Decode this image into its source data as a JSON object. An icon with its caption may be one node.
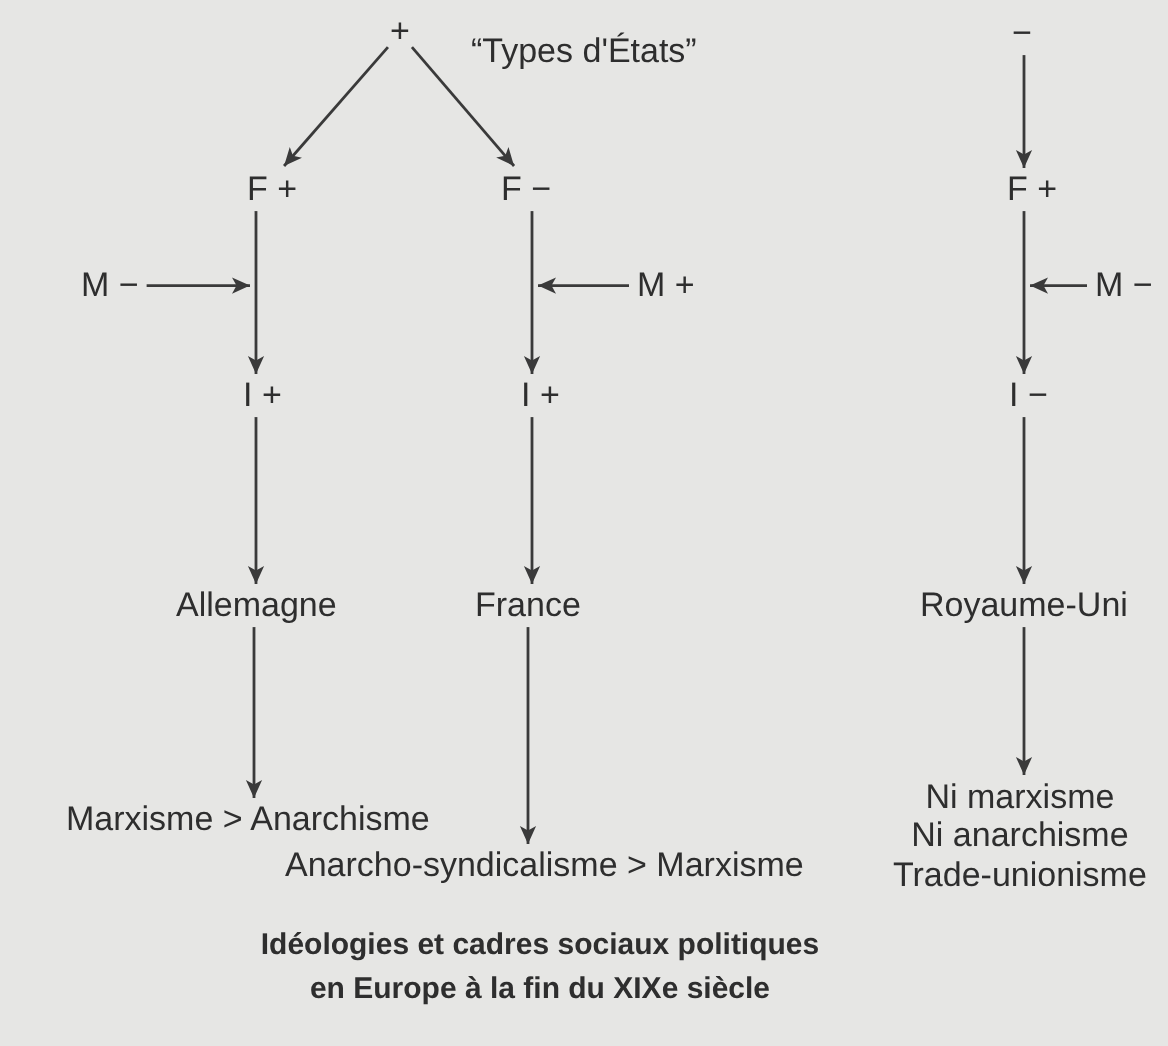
{
  "diagram": {
    "caption": "Idéologies et cadres sociaux politiques en Europe à la fin du XIXe siècle",
    "nodes": [
      {
        "text": [
          "+"
        ]
      },
      {
        "text": [
          "“Types d'États”"
        ]
      },
      {
        "text": [
          "−"
        ]
      },
      {
        "text": [
          "F +"
        ]
      },
      {
        "text": [
          "F −"
        ]
      },
      {
        "text": [
          "F +"
        ]
      },
      {
        "text": [
          "M −"
        ]
      },
      {
        "text": [
          "M +"
        ]
      },
      {
        "text": [
          "M −"
        ]
      },
      {
        "text": [
          "I +"
        ]
      },
      {
        "text": [
          "I +"
        ]
      },
      {
        "text": [
          "I −"
        ]
      },
      {
        "text": [
          "Allemagne"
        ]
      },
      {
        "text": [
          "France"
        ]
      },
      {
        "text": [
          "Royaume-Uni"
        ]
      },
      {
        "text": [
          "Marxisme > Anarchisme"
        ]
      },
      {
        "text": [
          "Anarcho-syndicalisme > Marxisme"
        ]
      },
      {
        "text": [
          "Ni marxisme",
          "Ni anarchisme",
          "Trade-unionisme"
        ]
      }
    ],
    "edges": [
      {
        "from": 0,
        "to": 3,
        "arrow": "to"
      },
      {
        "from": 0,
        "to": 4,
        "arrow": "to"
      },
      {
        "from": 2,
        "to": 5,
        "arrow": "to"
      },
      {
        "from": 3,
        "to": 9,
        "arrow": "to"
      },
      {
        "from": 4,
        "to": 10,
        "arrow": "to"
      },
      {
        "from": 5,
        "to": 11,
        "arrow": "to"
      },
      {
        "from": 6,
        "to": null,
        "arrow": "to"
      },
      {
        "from": 7,
        "to": null,
        "arrow": "to"
      },
      {
        "from": 8,
        "to": null,
        "arrow": "to"
      },
      {
        "from": 9,
        "to": 12,
        "arrow": "to"
      },
      {
        "from": 10,
        "to": 13,
        "arrow": "to"
      },
      {
        "from": 11,
        "to": 14,
        "arrow": "to"
      },
      {
        "from": 12,
        "to": 15,
        "arrow": "to"
      },
      {
        "from": 13,
        "to": 16,
        "arrow": "to"
      },
      {
        "from": 14,
        "to": 17,
        "arrow": "to"
      }
    ]
  }
}
